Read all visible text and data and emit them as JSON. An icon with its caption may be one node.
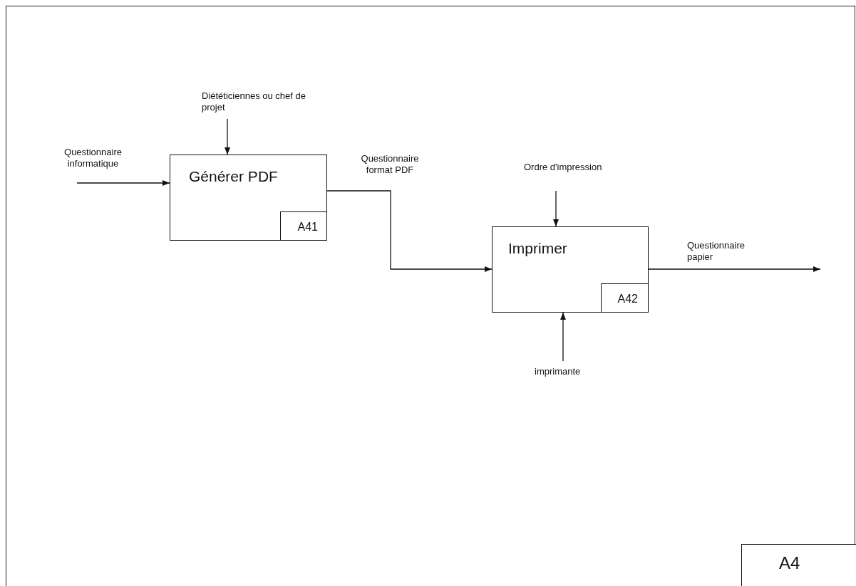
{
  "diagram": {
    "nodes": [
      {
        "text": [
          "Générer PDF"
        ]
      },
      {
        "text": [
          "A41"
        ],
        "in": 0
      },
      {
        "text": [
          "Imprimer"
        ]
      },
      {
        "text": [
          "A42"
        ],
        "in": 2
      },
      {
        "text": [
          "A4"
        ]
      }
    ],
    "edges": [
      {
        "from": null,
        "to": 0,
        "arrow": "to",
        "label": "Questionnaire informatique"
      },
      {
        "from": null,
        "to": 0,
        "arrow": "to",
        "label": "Diététiciennes ou chef de projet"
      },
      {
        "from": 0,
        "to": 2,
        "arrow": "to",
        "label": "Questionnaire format PDF"
      },
      {
        "from": null,
        "to": 2,
        "arrow": "to",
        "label": "Ordre d'impression"
      },
      {
        "from": null,
        "to": 2,
        "arrow": "to",
        "label": "imprimante"
      },
      {
        "from": 2,
        "to": null,
        "arrow": "to",
        "label": "Questionnaire papier"
      }
    ]
  }
}
